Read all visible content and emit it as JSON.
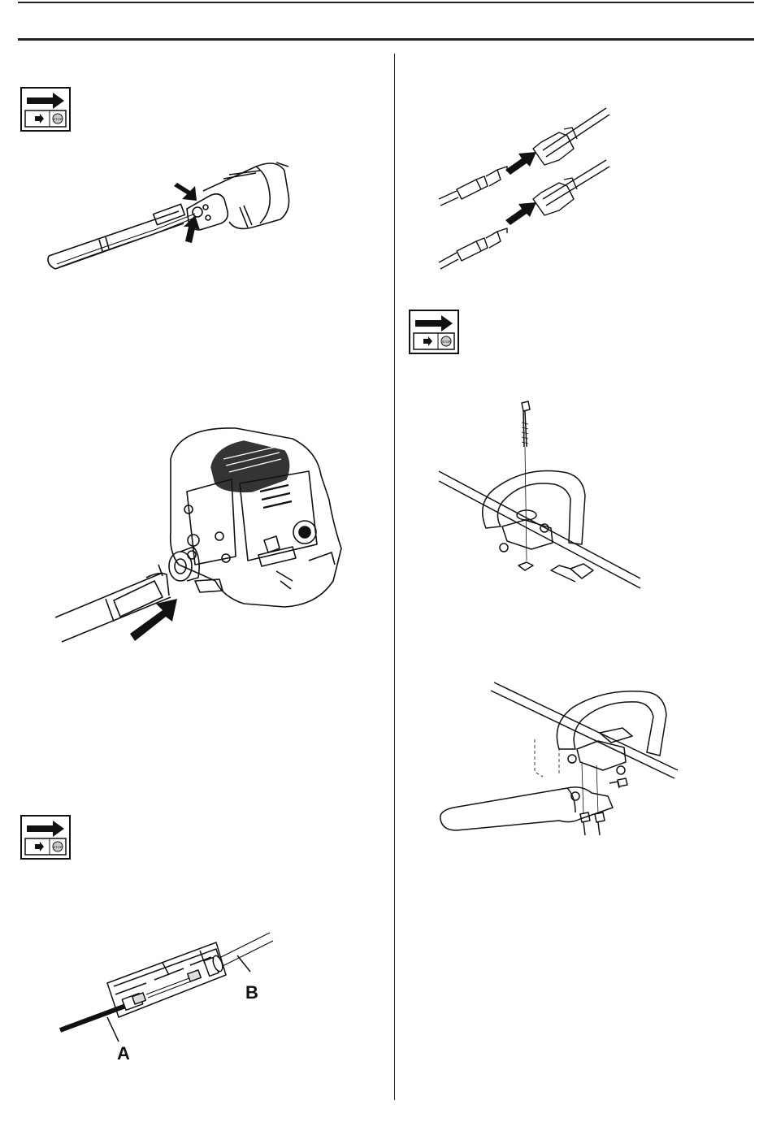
{
  "labels": {
    "a": "A",
    "b": "B",
    "stop": "STOP"
  },
  "icons": [
    "arrow-stop-icon"
  ],
  "colors": {
    "ink": "#111111",
    "paper": "#ffffff",
    "shade": "#cfcfcf"
  }
}
